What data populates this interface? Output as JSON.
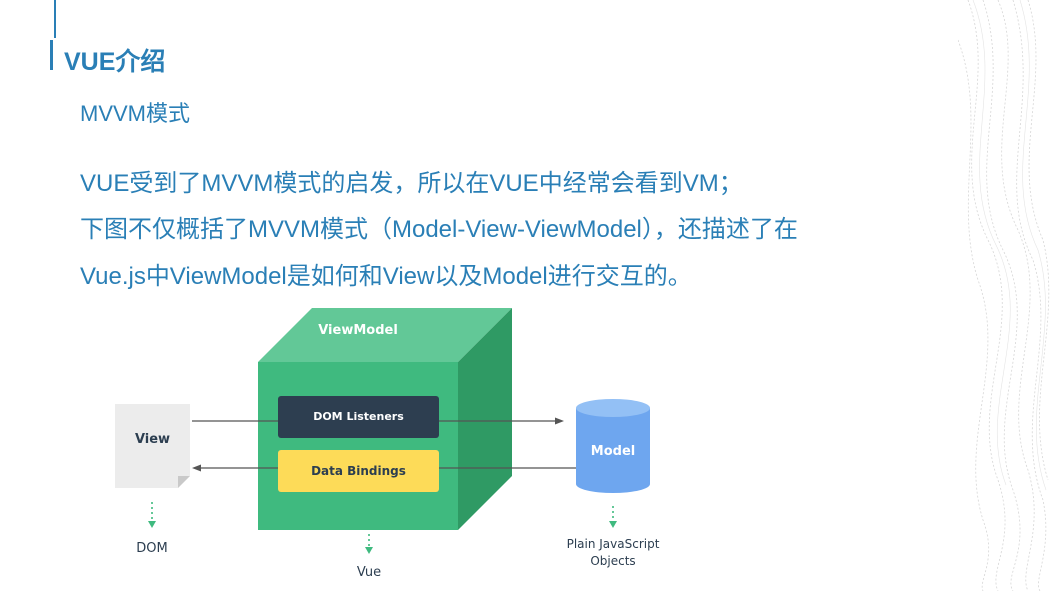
{
  "slide": {
    "title": "VUE介绍",
    "subtitle": "MVVM模式",
    "paragraphs": [
      "VUE受到了MVVM模式的启发，所以在VUE中经常会看到VM；",
      "下图不仅概括了MVVM模式（Model-View-ViewModel），还描述了在",
      "Vue.js中ViewModel是如何和View以及Model进行交互的。"
    ]
  },
  "diagram": {
    "viewmodel_label": "ViewModel",
    "dom_listeners_label": "DOM Listeners",
    "data_bindings_label": "Data Bindings",
    "view_label": "View",
    "model_label": "Model",
    "dom_label": "DOM",
    "vue_label": "Vue",
    "plain_js_line1": "Plain JavaScript",
    "plain_js_line2": "Objects",
    "colors": {
      "cube_front": "#3fba7f",
      "cube_top": "#62c897",
      "cube_side": "#2f9a64",
      "dom_listeners_box": "#2d3e50",
      "data_bindings_box": "#fddb58",
      "model_cylinder": "#6ea6ef",
      "view_page": "#ececec"
    }
  }
}
